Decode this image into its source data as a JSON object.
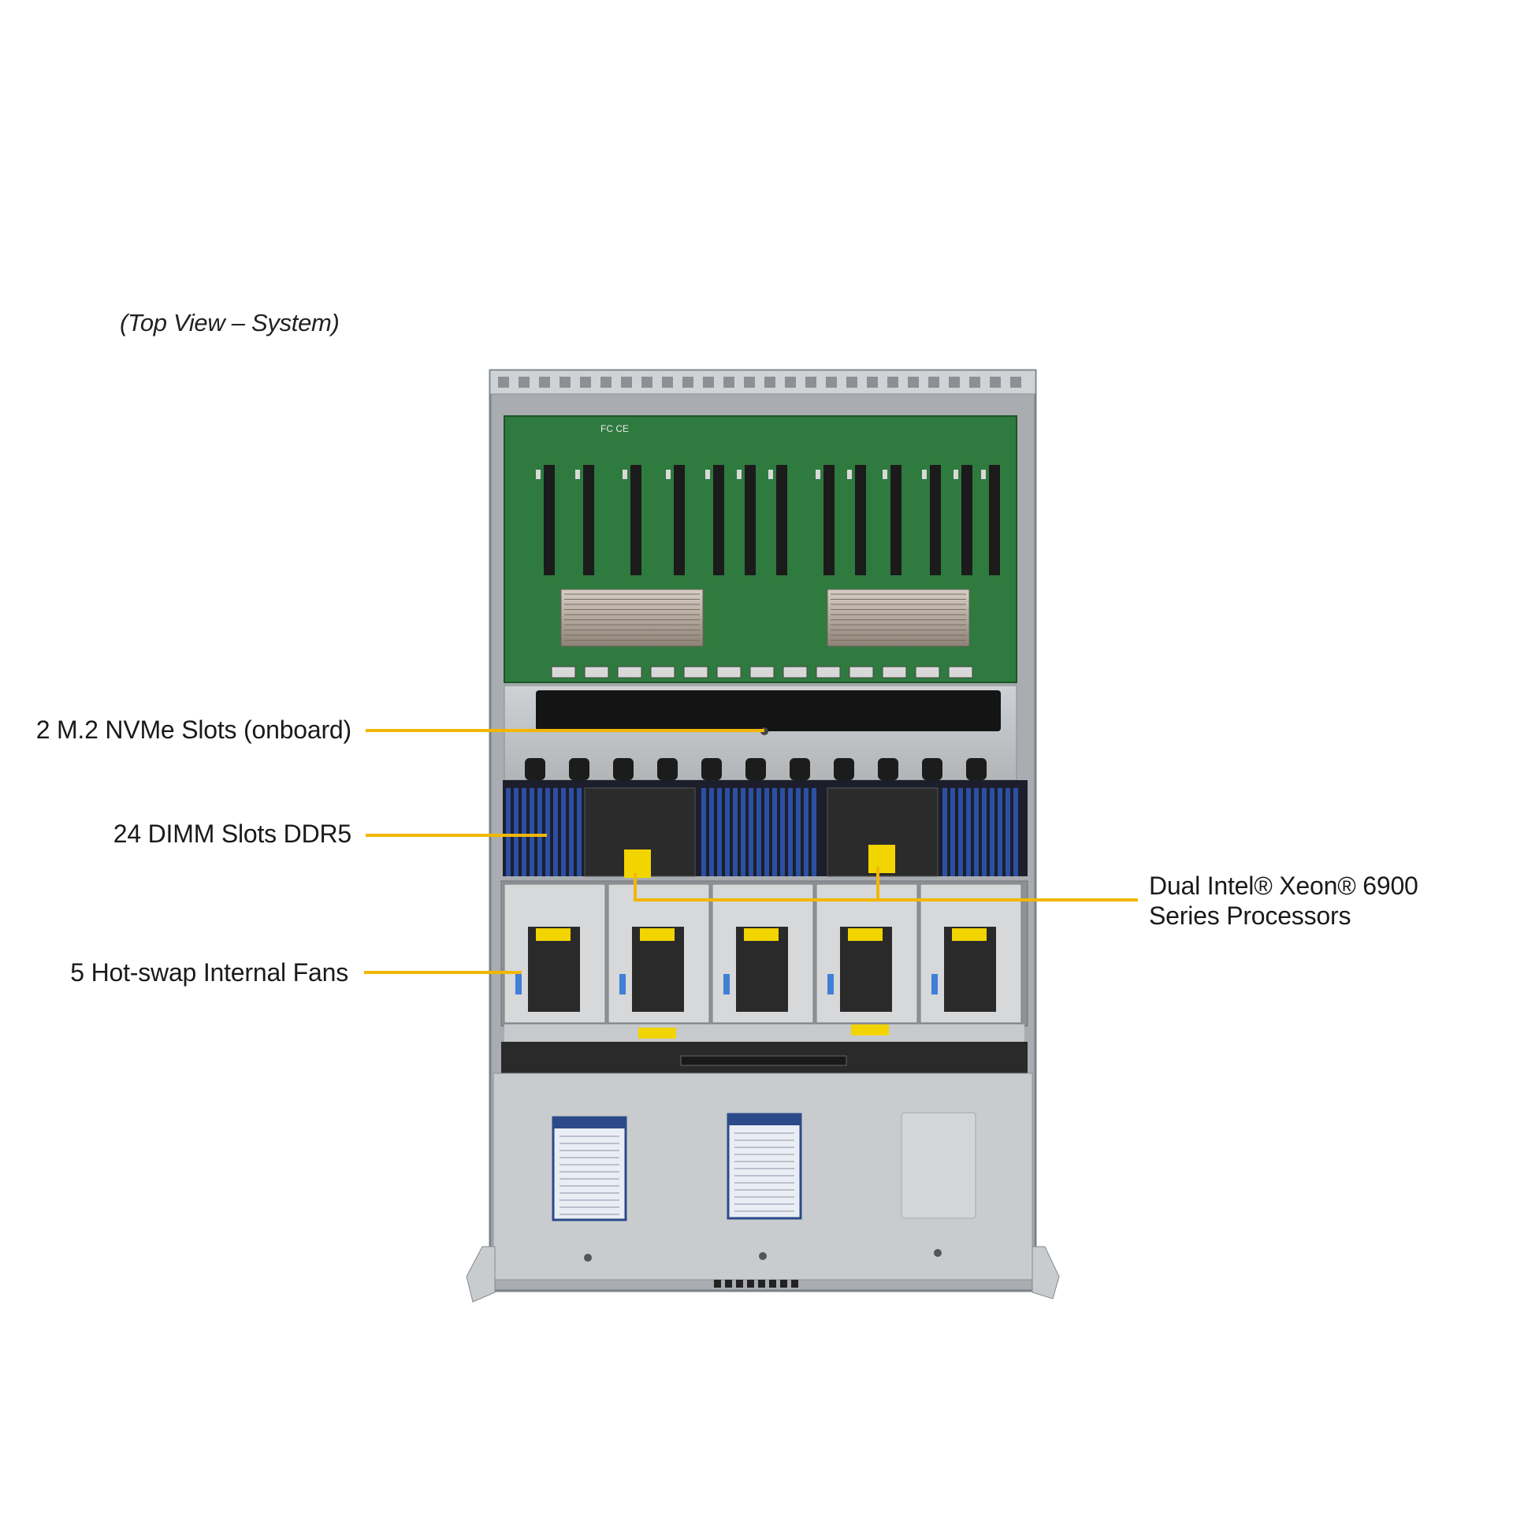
{
  "caption": "(Top View – System)",
  "callouts": {
    "m2": "2 M.2 NVMe Slots (onboard)",
    "dimm": "24 DIMM Slots DDR5",
    "fans": "5 Hot-swap Internal Fans",
    "cpu_line1": "Dual Intel® Xeon® 6900",
    "cpu_line2": "Series Processors"
  },
  "board_marking": "FC CE",
  "colors": {
    "leader": "#f2b705",
    "pcb": "#2f7a3e",
    "chassis": "#b9bcbf",
    "dimm": "#2c4fa3",
    "fan": "#2a2a2a"
  }
}
